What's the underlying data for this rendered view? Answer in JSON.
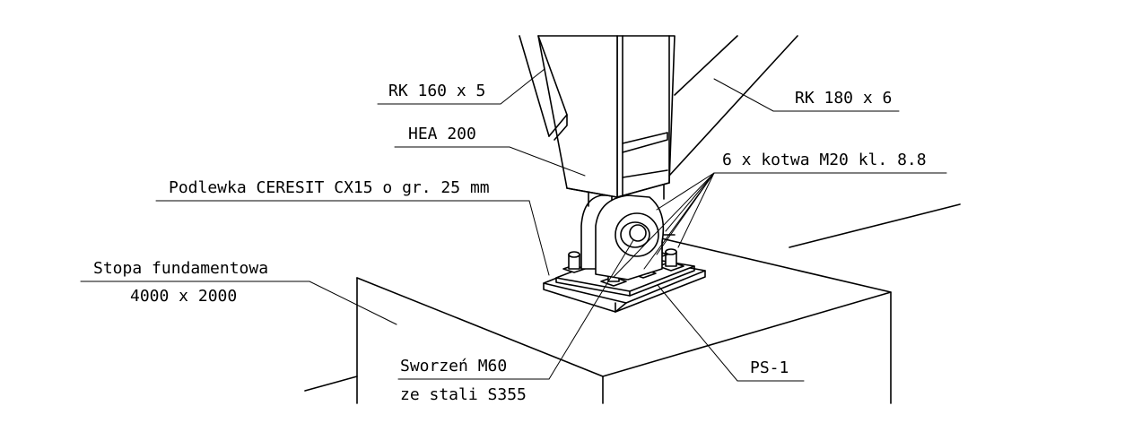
{
  "labels": {
    "rk160": "RK 160 x 5",
    "rk180": "RK 180 x 6",
    "hea200": "HEA 200",
    "anchors": "6 x kotwa M20 kl. 8.8",
    "grout": "Podlewka CERESIT CX15 o gr. 25 mm",
    "footing_line1": "Stopa fundamentowa",
    "footing_line2": "4000 x 2000",
    "pin_line1": "Sworzeń M60",
    "pin_line2": "ze stali S355",
    "plate": "PS-1"
  },
  "colors": {
    "line": "#000000",
    "background": "#ffffff"
  }
}
